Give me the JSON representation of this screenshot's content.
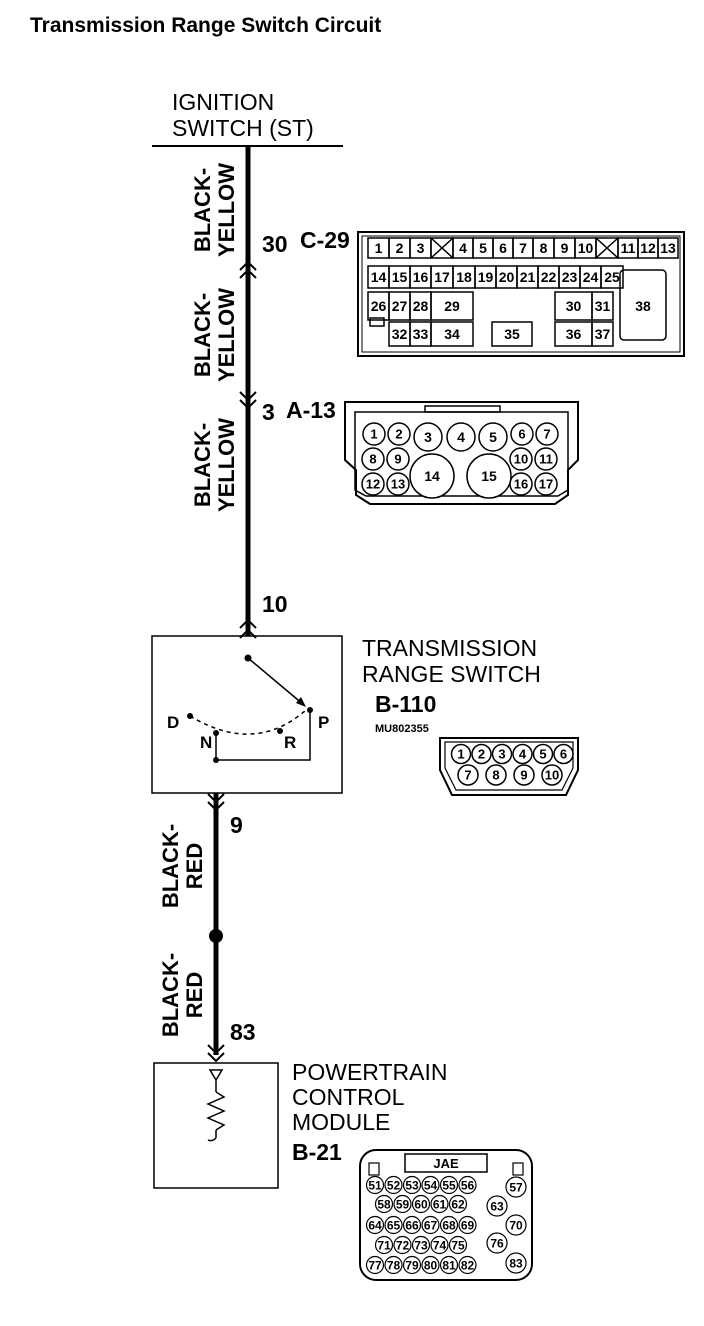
{
  "title": "Transmission Range Switch Circuit",
  "ignition_switch": {
    "line1": "IGNITION",
    "line2": "SWITCH (ST)"
  },
  "wires": {
    "upper_1": {
      "line1": "BLACK-",
      "line2": "YELLOW"
    },
    "upper_2": {
      "line1": "BLACK-",
      "line2": "YELLOW"
    },
    "upper_3": {
      "line1": "BLACK-",
      "line2": "YELLOW"
    },
    "lower_1": {
      "line1": "BLACK-",
      "line2": "RED"
    },
    "lower_2": {
      "line1": "BLACK-",
      "line2": "RED"
    }
  },
  "terminals": {
    "t30": "30",
    "t3": "3",
    "t10": "10",
    "t9": "9",
    "t83": "83"
  },
  "connectors": {
    "c29": {
      "name": "C-29",
      "row1": [
        "1",
        "2",
        "3",
        "4",
        "5",
        "6",
        "7",
        "8",
        "9",
        "10",
        "11",
        "12",
        "13"
      ],
      "row2": [
        "14",
        "15",
        "16",
        "17",
        "18",
        "19",
        "20",
        "21",
        "22",
        "23",
        "24",
        "25"
      ],
      "row3": [
        "26",
        "27",
        "28",
        "29",
        "30",
        "31",
        "38"
      ],
      "row4": [
        "32",
        "33",
        "34",
        "35",
        "36",
        "37"
      ]
    },
    "a13": {
      "name": "A-13",
      "pins": [
        "1",
        "2",
        "3",
        "4",
        "5",
        "6",
        "7",
        "8",
        "9",
        "10",
        "11",
        "12",
        "13",
        "14",
        "15",
        "16",
        "17"
      ]
    },
    "b110": {
      "name": "B-110",
      "part": "MU802355",
      "pins": [
        "1",
        "2",
        "3",
        "4",
        "5",
        "6",
        "7",
        "8",
        "9",
        "10"
      ]
    },
    "b21": {
      "name": "B-21",
      "label": "JAE",
      "pins": [
        "51",
        "52",
        "53",
        "54",
        "55",
        "56",
        "57",
        "58",
        "59",
        "60",
        "61",
        "62",
        "63",
        "64",
        "65",
        "66",
        "67",
        "68",
        "69",
        "70",
        "71",
        "72",
        "73",
        "74",
        "75",
        "76",
        "77",
        "78",
        "79",
        "80",
        "81",
        "82",
        "83"
      ]
    }
  },
  "trs": {
    "line1": "TRANSMISSION",
    "line2": "RANGE SWITCH",
    "positions": {
      "d": "D",
      "n": "N",
      "r": "R",
      "p": "P"
    }
  },
  "pcm": {
    "line1": "POWERTRAIN",
    "line2": "CONTROL",
    "line3": "MODULE"
  }
}
